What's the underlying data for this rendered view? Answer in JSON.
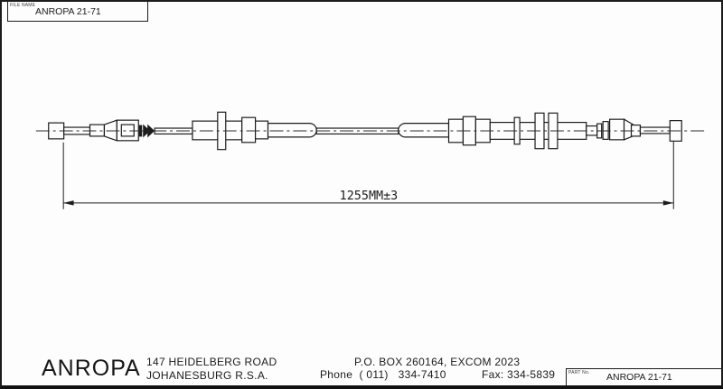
{
  "colors": {
    "ink": "#1c1c1c",
    "paper": "#fdfdfd"
  },
  "file_box": {
    "label": "FILE NAME",
    "value": "ANROPA 21-71"
  },
  "drawing": {
    "dimension_label": "1255MM±3"
  },
  "title_block": {
    "company": "ANROPA",
    "address_line1": "147 HEIDELBERG ROAD",
    "address_line2": "JOHANESBURG R.S.A.",
    "po_box": "P.O. BOX 260164, EXCOM 2023",
    "phone": "Phone  ( 011)   334-7410",
    "fax": "Fax: 334-5839"
  },
  "part_box": {
    "label": "PART No.",
    "value": "ANROPA 21-71"
  }
}
